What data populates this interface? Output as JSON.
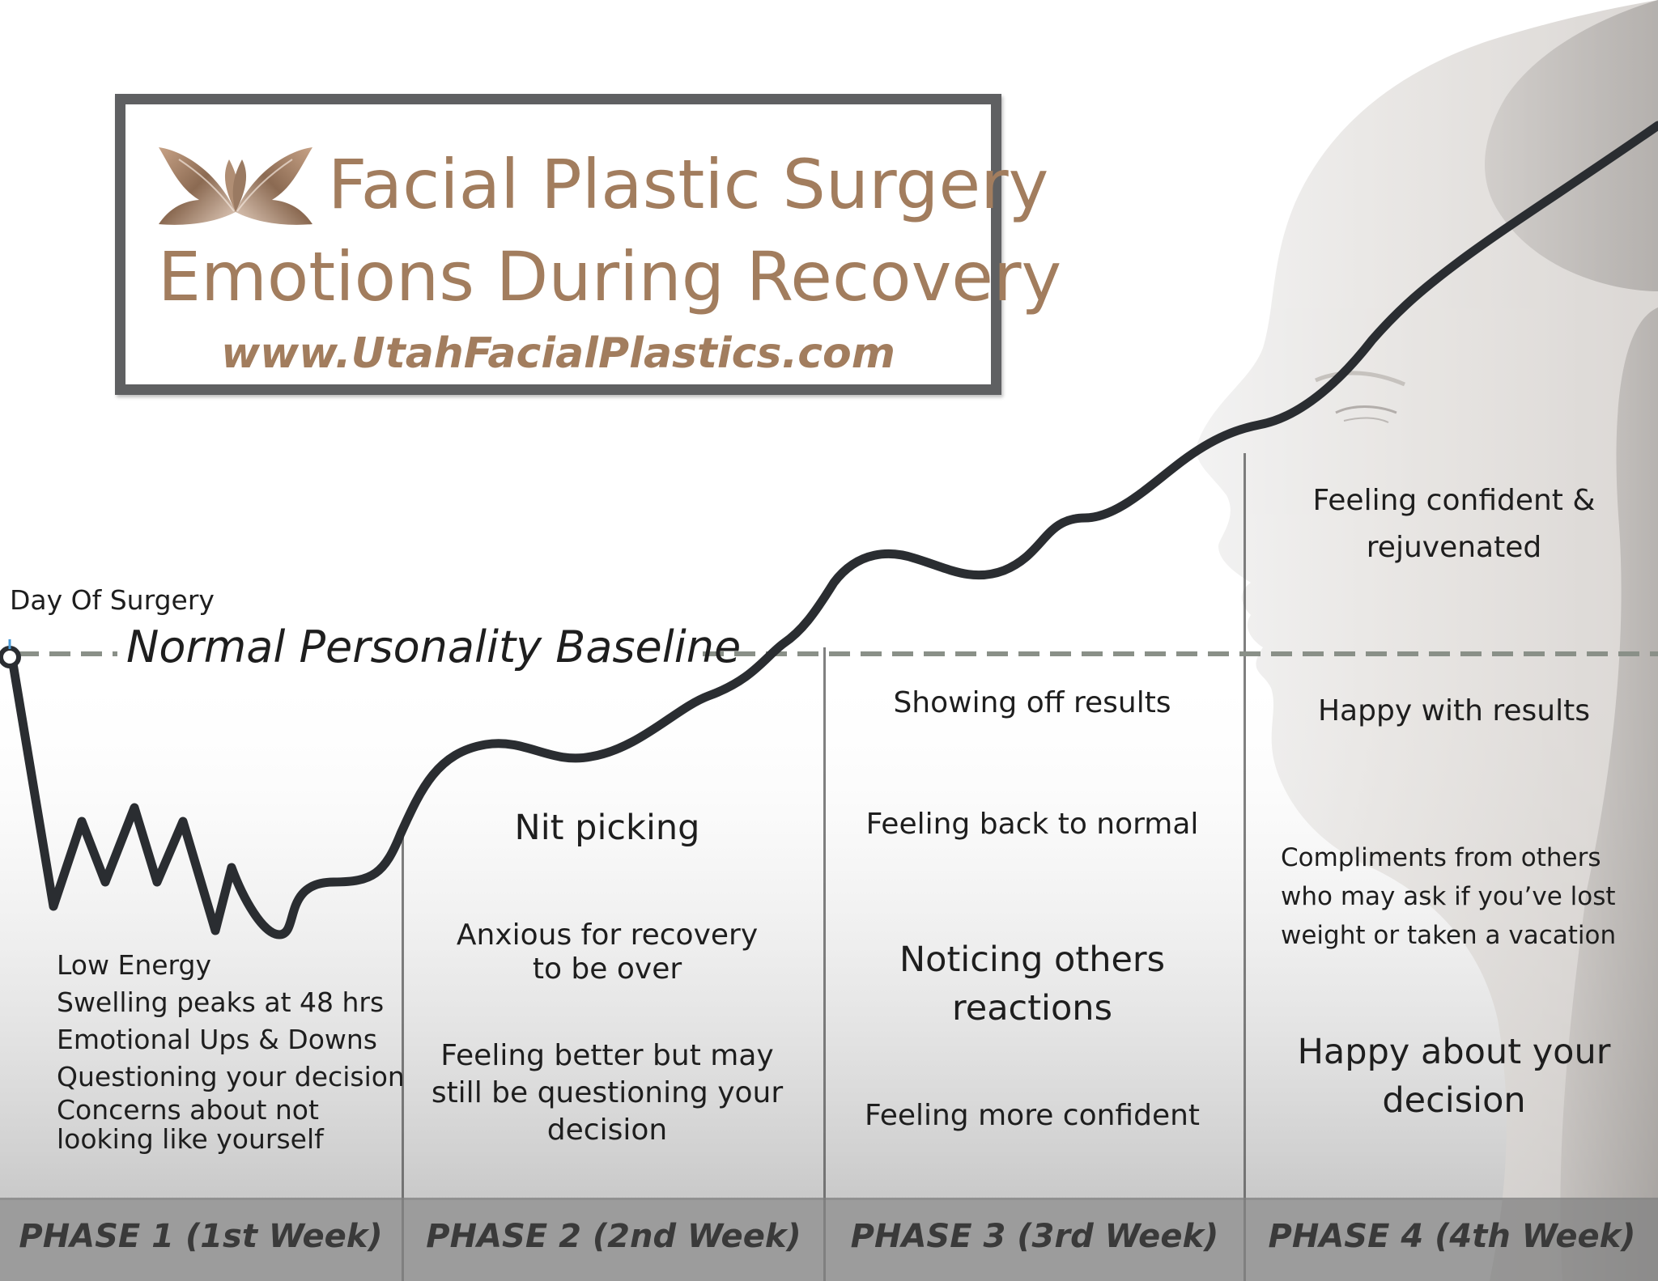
{
  "title": {
    "line1": "Facial Plastic Surgery",
    "line2": "Emotions During Recovery",
    "url": "www.UtahFacialPlastics.com"
  },
  "labels": {
    "day_of_surgery": "Day Of Surgery",
    "baseline": "Normal Personality Baseline"
  },
  "phase1": {
    "items": [
      "Low Energy",
      "Swelling peaks at 48 hrs",
      "Emotional Ups & Downs",
      "Questioning your decision",
      "Concerns about not",
      "looking like yourself"
    ]
  },
  "phase2": {
    "nit_picking": "Nit picking",
    "anxious_1": "Anxious for recovery",
    "anxious_2": "to be over",
    "better_1": "Feeling better but may",
    "better_2": "still be questioning your",
    "better_3": "decision"
  },
  "phase3": {
    "showing_off": "Showing off results",
    "back_normal": "Feeling back to normal",
    "noticing_1": "Noticing others",
    "noticing_2": "reactions",
    "more_confident": "Feeling more confident"
  },
  "phase4": {
    "confident_1": "Feeling confident &",
    "confident_2": "rejuvenated",
    "happy_results": "Happy with results",
    "compliments_1": "Compliments from others",
    "compliments_2": "who may ask if you’ve lost",
    "compliments_3": "weight or taken a vacation",
    "happy_decision_1": "Happy about your",
    "happy_decision_2": "decision"
  },
  "phases": [
    "PHASE 1 (1st Week)",
    "PHASE 2 (2nd Week)",
    "PHASE 3 (3rd Week)",
    "PHASE 4 (4th Week)"
  ],
  "colors": {
    "title_brown": "#a27d5e",
    "frame_gray": "#5f6062",
    "curve": "#2a2d31",
    "baseline_dash": "#8a9088",
    "phase_bar": "#808080"
  }
}
